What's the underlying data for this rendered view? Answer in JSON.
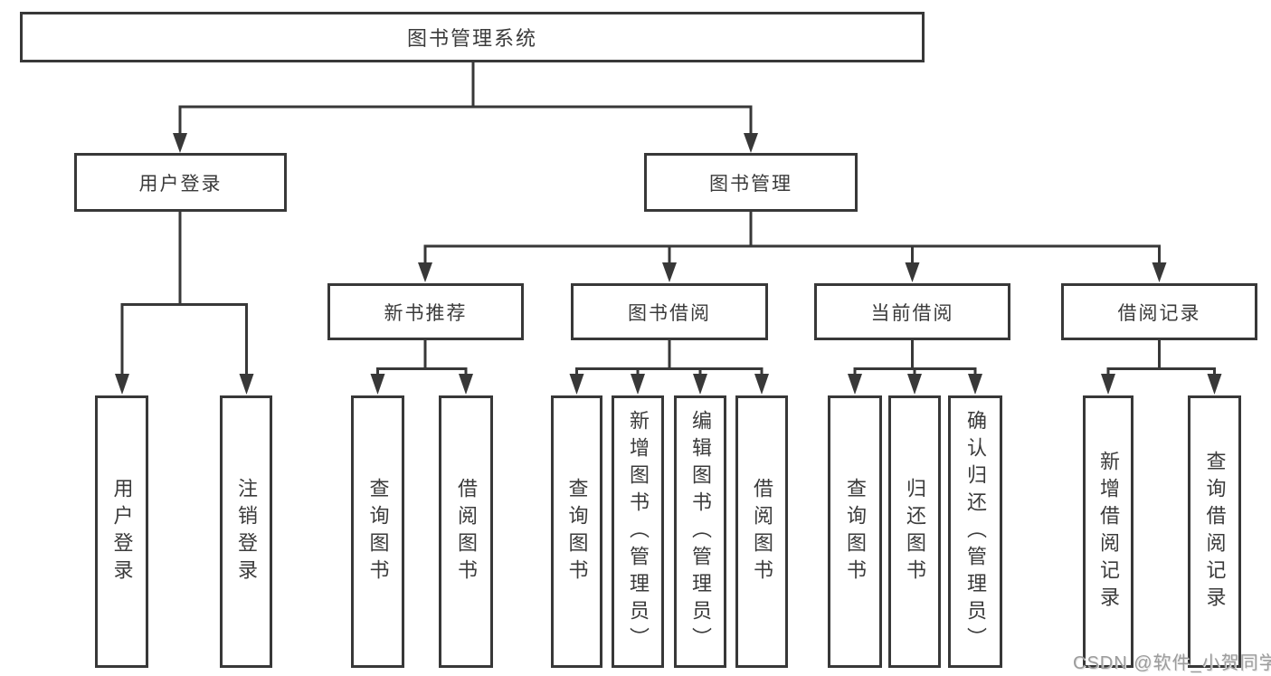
{
  "tree": {
    "root": {
      "label": "图书管理系统",
      "children": [
        {
          "label": "用户登录",
          "children": [
            {
              "label": "用户登录"
            },
            {
              "label": "注销登录"
            }
          ]
        },
        {
          "label": "图书管理",
          "children": [
            {
              "label": "新书推荐",
              "children": [
                {
                  "label": "查询图书"
                },
                {
                  "label": "借阅图书"
                }
              ]
            },
            {
              "label": "图书借阅",
              "children": [
                {
                  "label": "查询图书"
                },
                {
                  "label": "新增图书（管理员）"
                },
                {
                  "label": "编辑图书（管理员）"
                },
                {
                  "label": "借阅图书"
                }
              ]
            },
            {
              "label": "当前借阅",
              "children": [
                {
                  "label": "查询图书"
                },
                {
                  "label": "归还图书"
                },
                {
                  "label": "确认归还（管理员）"
                }
              ]
            },
            {
              "label": "借阅记录",
              "children": [
                {
                  "label": "新增借阅记录"
                },
                {
                  "label": "查询借阅记录"
                }
              ]
            }
          ]
        }
      ]
    }
  },
  "watermark": {
    "text": "CSDN @软件_小贺同学"
  },
  "colors": {
    "line": "#383838",
    "text": "#3b3b3b",
    "watermark": "#9c9c9c",
    "background": "#ffffff"
  }
}
